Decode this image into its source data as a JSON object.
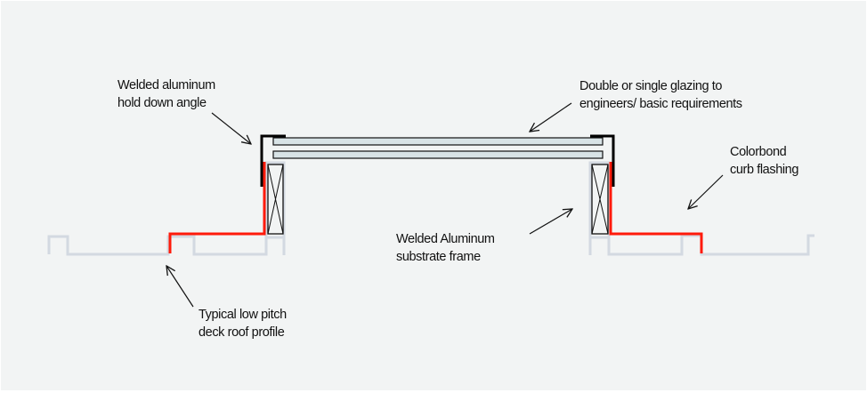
{
  "title": "Skylight curb detail on low pitch deck roof",
  "colors": {
    "background": "#f2f4f4",
    "flashing": "#ff1a0a",
    "angle": "#000000",
    "roof_profile": "#d3d9e1",
    "glazing_fill": "#d8e3e6",
    "text": "#111111"
  },
  "labels": {
    "hold_down_angle": [
      "Welded aluminum",
      "hold down angle"
    ],
    "glazing": [
      "Double or single glazing to",
      "engineers/ basic requirements"
    ],
    "curb_flashing": [
      "Colorbond",
      "curb flashing"
    ],
    "substrate_frame": [
      "Welded Aluminum",
      "substrate frame"
    ],
    "roof_profile": [
      "Typical low pitch",
      "deck roof profile"
    ]
  }
}
